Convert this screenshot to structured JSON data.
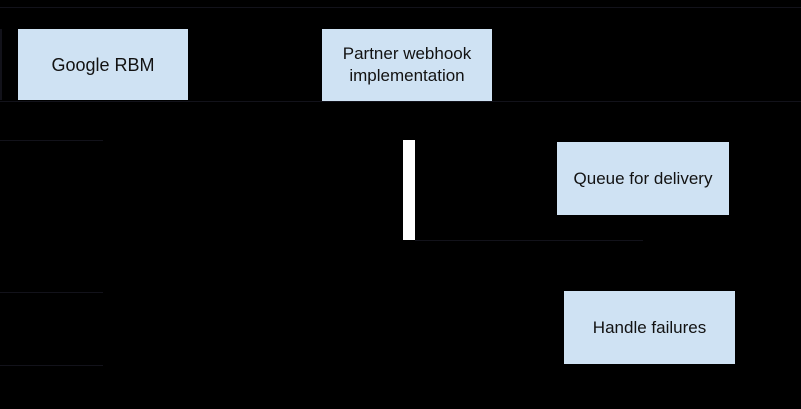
{
  "diagram": {
    "type": "sequence-diagram",
    "colors": {
      "background": "#000000",
      "node_fill": "#cfe2f3",
      "node_text": "#121212",
      "activation_bar": "#ffffff",
      "hairline": "#12121a"
    },
    "nodes": [
      {
        "id": "google-rbm",
        "label": "Google RBM"
      },
      {
        "id": "partner-webhook",
        "label": "Partner webhook implementation"
      },
      {
        "id": "queue-for-delivery",
        "label": "Queue for delivery"
      },
      {
        "id": "handle-failures",
        "label": "Handle failures"
      }
    ]
  }
}
